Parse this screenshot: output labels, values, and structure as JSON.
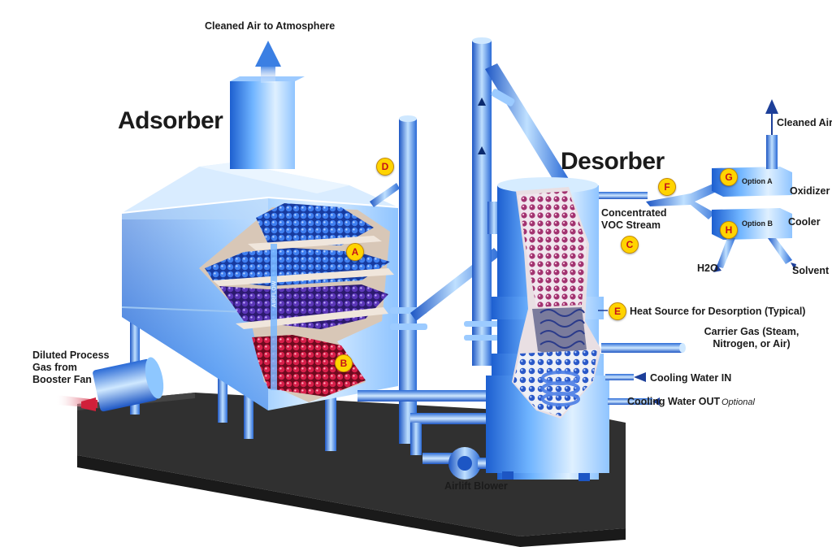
{
  "titles": {
    "adsorber": "Adsorber",
    "desorber": "Desorber"
  },
  "labels": {
    "cleaned_air_atmosphere": "Cleaned Air to Atmosphere",
    "diluted_gas": "Diluted Process Gas  from Booster Fan",
    "concentrated_voc": "Concentrated VOC Stream",
    "cleaned_air": "Cleaned Air",
    "oxidizer": "Oxidizer",
    "cooler": "Cooler",
    "h2o": "H2O",
    "solvent": "Solvent",
    "heat_source": "Heat Source for Desorption (Typical)",
    "carrier_gas": "Carrier Gas (Steam, Nitrogen, or Air)",
    "cooling_in": "Cooling Water IN",
    "cooling_out": "Cooling Water OUT",
    "optional": "Optional",
    "airlift_blower": "Airlift Blower",
    "option_a": "Option A",
    "option_b": "Option B",
    "airflow": "AIRFLOW"
  },
  "markers": {
    "a": "A",
    "b": "B",
    "c": "C",
    "d": "D",
    "e": "E",
    "f": "F",
    "g": "G",
    "h": "H"
  },
  "colors": {
    "vessel_blue": "#2f6fd6",
    "vessel_light": "#cfe6ff",
    "bead_blue": "#1f4fc0",
    "bead_purple": "#5a2a9a",
    "bead_red": "#c8163a",
    "base_dark": "#2a2a2a",
    "marker_yellow": "#ffd400"
  }
}
